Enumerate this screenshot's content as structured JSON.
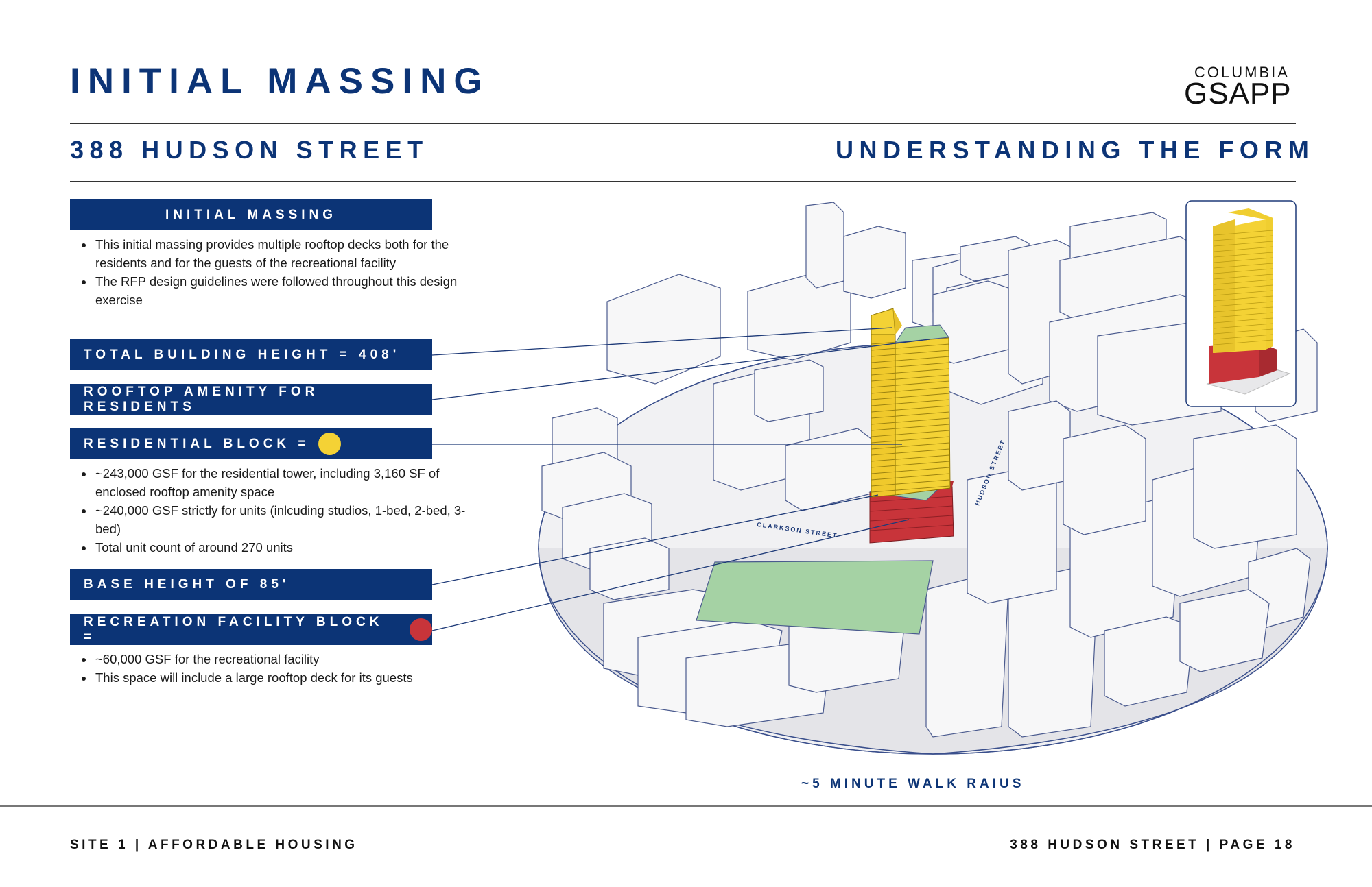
{
  "header": {
    "title": "INITIAL MASSING",
    "logo_top": "COLUMBIA",
    "logo_main": "GSAPP",
    "subtitle_left": "388 HUDSON STREET",
    "subtitle_right": "UNDERSTANDING THE FORM"
  },
  "left": {
    "section_heading": "INITIAL MASSING",
    "intro_bullets": [
      "This initial massing provides multiple rooftop decks both for the residents and for the guests of the recreational facility",
      "The RFP design guidelines were followed throughout this design exercise"
    ],
    "height_label": "TOTAL BUILDING HEIGHT = 408'",
    "amenity_label": "ROOFTOP AMENITY FOR RESIDENTS",
    "residential_label": "RESIDENTIAL BLOCK =",
    "residential_bullets": [
      "~243,000 GSF for the residential tower, including 3,160 SF of enclosed rooftop amenity space",
      "~240,000 GSF strictly for units (inlcuding studios, 1-bed, 2-bed, 3-bed)",
      "Total unit count of around 270 units"
    ],
    "base_label": "BASE HEIGHT OF 85'",
    "recreation_label": "RECREATION FACILITY BLOCK =",
    "recreation_bullets": [
      "~60,000 GSF for the recreational facility",
      "This space will include a large rooftop deck for its guests"
    ]
  },
  "map": {
    "street_hudson": "HUDSON STREET",
    "street_clarkson": "CLARKSON STREET",
    "caption": "~5 MINUTE WALK RAIUS"
  },
  "colors": {
    "navy": "#0c3476",
    "residential_yellow": "#f4d235",
    "recreation_red": "#c8343a",
    "rooftop_green": "#a5d2a4"
  },
  "footer": {
    "left": "SITE 1 | AFFORDABLE HOUSING",
    "right": "388 HUDSON STREET | PAGE 18"
  }
}
